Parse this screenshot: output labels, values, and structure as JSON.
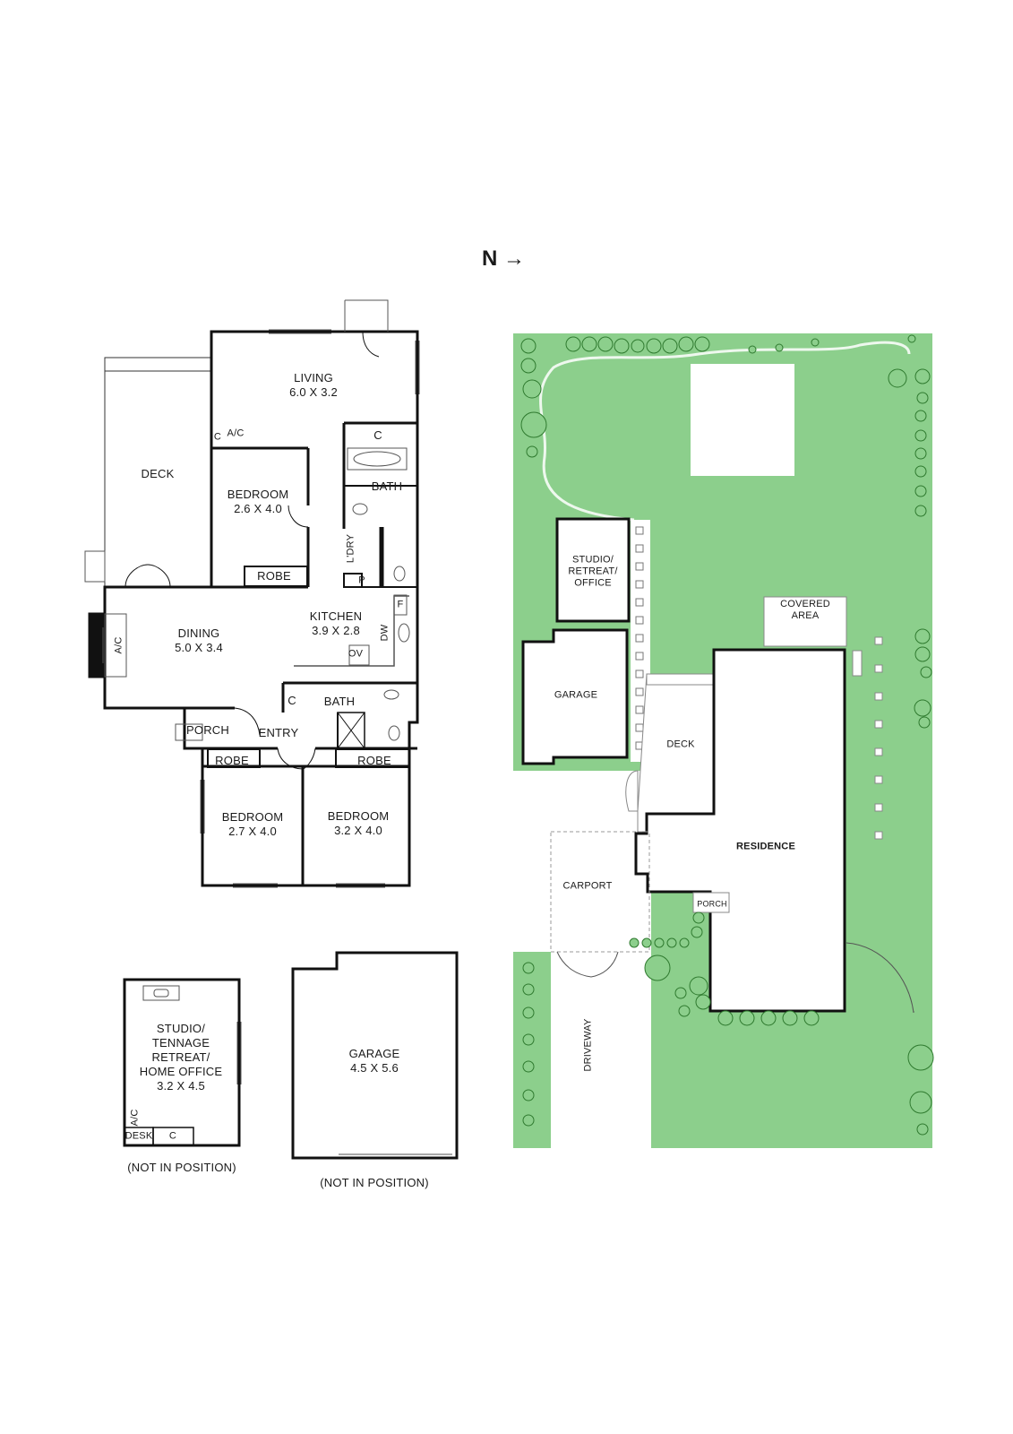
{
  "compass": {
    "letter": "N",
    "arrow": "→"
  },
  "floor_plan": {
    "living": {
      "name": "LIVING",
      "dims": "6.0 X 3.2"
    },
    "deck": {
      "name": "DECK"
    },
    "bedroom_1": {
      "name": "BEDROOM",
      "dims": "2.6 X 4.0"
    },
    "bath_upper": {
      "name": "BATH"
    },
    "laundry": {
      "name": "L'DRY"
    },
    "pantry": {
      "name": "P"
    },
    "robe_1": {
      "name": "ROBE"
    },
    "cupboard_living": {
      "name": "C"
    },
    "ac_living": {
      "name": "A/C"
    },
    "cupboard_bath": {
      "name": "C"
    },
    "dining": {
      "name": "DINING",
      "dims": "5.0 X 3.4"
    },
    "ac_dining": {
      "name": "A/C"
    },
    "kitchen": {
      "name": "KITCHEN",
      "dims": "3.9 X 2.8"
    },
    "fridge": {
      "name": "F"
    },
    "dishwasher": {
      "name": "DW"
    },
    "oven": {
      "name": "OV"
    },
    "bath_lower": {
      "name": "BATH"
    },
    "cupboard_entry": {
      "name": "C"
    },
    "porch": {
      "name": "PORCH"
    },
    "entry": {
      "name": "ENTRY"
    },
    "robe_2": {
      "name": "ROBE"
    },
    "robe_3": {
      "name": "ROBE"
    },
    "bedroom_2": {
      "name": "BEDROOM",
      "dims": "2.7 X 4.0"
    },
    "bedroom_3": {
      "name": "BEDROOM",
      "dims": "3.2 X 4.0"
    }
  },
  "studio_plan": {
    "lines": [
      "STUDIO/",
      "TENNAGE",
      "RETREAT/",
      "HOME OFFICE"
    ],
    "dims": "3.2 X 4.5",
    "desk": "DESK",
    "cupboard": "C",
    "ac": "A/C",
    "note": "(NOT IN POSITION)"
  },
  "garage_plan": {
    "name": "GARAGE",
    "dims": "4.5 X 5.6",
    "note": "(NOT IN POSITION)"
  },
  "site_plan": {
    "studio_lines": [
      "STUDIO/",
      "RETREAT/",
      "OFFICE"
    ],
    "garage": "GARAGE",
    "covered_area_lines": [
      "COVERED",
      "AREA"
    ],
    "deck": "DECK",
    "residence": "RESIDENCE",
    "carport": "CARPORT",
    "porch": "PORCH",
    "driveway": "DRIVEWAY",
    "colors": {
      "lawn": "#8ccf8c",
      "lawn_edge": "#6fbf6f",
      "tree": "#3a8f3a"
    }
  }
}
